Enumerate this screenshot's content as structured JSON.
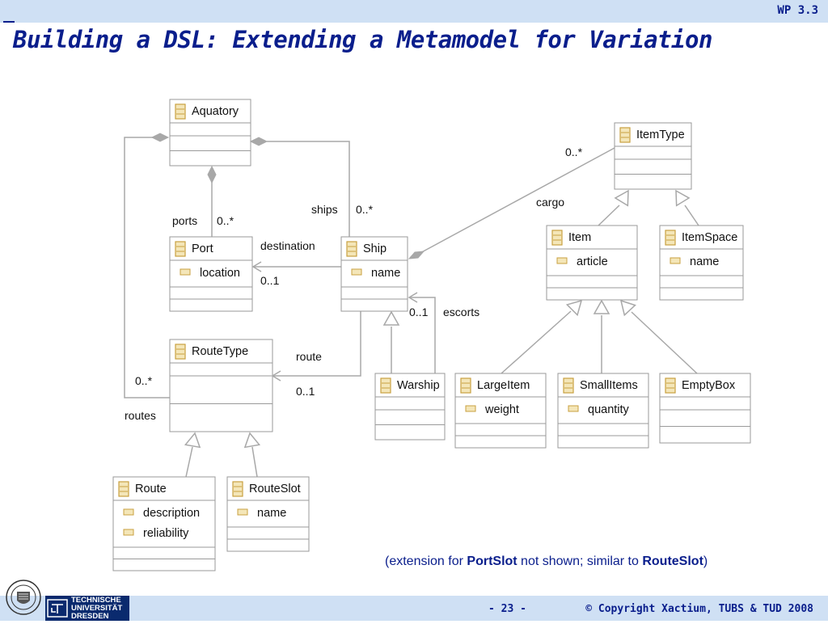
{
  "header": {
    "wp": "WP 3.3",
    "title": "Building a DSL: Extending a Metamodel for Variation"
  },
  "diagram": {
    "classes": {
      "aquatory": {
        "name": "Aquatory",
        "attrs": []
      },
      "itemtype": {
        "name": "ItemType",
        "attrs": []
      },
      "port": {
        "name": "Port",
        "attrs": [
          "location"
        ]
      },
      "ship": {
        "name": "Ship",
        "attrs": [
          "name"
        ]
      },
      "item": {
        "name": "Item",
        "attrs": [
          "article"
        ]
      },
      "itemspace": {
        "name": "ItemSpace",
        "attrs": [
          "name"
        ]
      },
      "routetype": {
        "name": "RouteType",
        "attrs": []
      },
      "warship": {
        "name": "Warship",
        "attrs": []
      },
      "largeitem": {
        "name": "LargeItem",
        "attrs": [
          "weight"
        ]
      },
      "smallitems": {
        "name": "SmallItems",
        "attrs": [
          "quantity"
        ]
      },
      "emptybox": {
        "name": "EmptyBox",
        "attrs": []
      },
      "route": {
        "name": "Route",
        "attrs": [
          "description",
          "reliability"
        ]
      },
      "routeslot": {
        "name": "RouteSlot",
        "attrs": [
          "name"
        ]
      }
    },
    "labels": {
      "ports": "ports",
      "ports_mult": "0..*",
      "ships": "ships",
      "ships_mult": "0..*",
      "destination": "destination",
      "dest_mult": "0..1",
      "cargo": "cargo",
      "cargo_mult": "0..*",
      "escorts": "escorts",
      "escorts_mult": "0..1",
      "route": "route",
      "route_mult": "0..1",
      "routes": "routes",
      "routes_mult": "0..*"
    }
  },
  "caption": {
    "pre": "(extension for ",
    "b1": "PortSlot",
    "mid": " not shown; similar to ",
    "b2": "RouteSlot",
    "post": ")"
  },
  "footer": {
    "page": "- 23 -",
    "copyright": "© Copyright Xactium, TUBS & TUD 2008",
    "logo_lines": [
      "TECHNISCHE",
      "UNIVERSITÄT",
      "DRESDEN"
    ]
  },
  "colors": {
    "title": "#0a1e8c",
    "bar": "#cfe0f4",
    "line": "#a8a8a8",
    "box_border": "#9a9a9a",
    "class_icon": "#c8a040"
  }
}
